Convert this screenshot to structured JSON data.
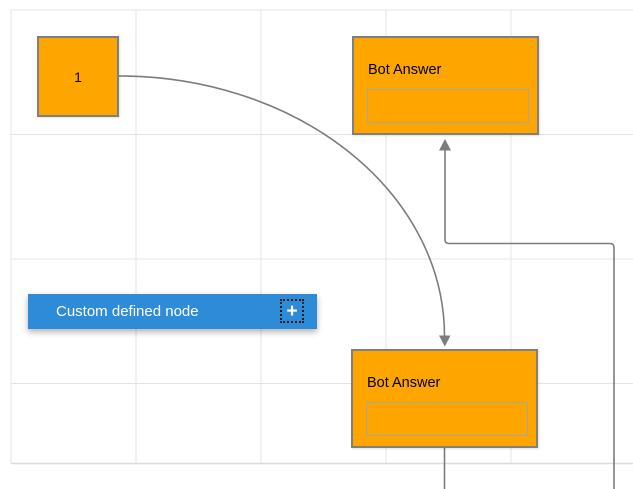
{
  "canvas": {
    "type": "diagram-editor-canvas",
    "grid_visible": true
  },
  "colors": {
    "node_orange": "#FFA500",
    "node_blue": "#2E8BD8",
    "node_border": "#7F7F7F",
    "connector": "#7C7C7C",
    "grid": "#E4E4E4",
    "grid_edge": "#DCDCDC"
  },
  "nodes": {
    "start": {
      "label": "1"
    },
    "bot_answer_top": {
      "title": "Bot Answer",
      "input_value": ""
    },
    "bot_answer_bottom": {
      "title": "Bot Answer",
      "input_value": ""
    },
    "custom": {
      "label": "Custom defined node",
      "port_icon": "+"
    }
  },
  "connectors": {
    "curve": {
      "from": "start",
      "to": "bot_answer_bottom",
      "style": "curved-arrow"
    },
    "elbow": {
      "to": "bot_answer_top",
      "style": "orthogonal-arrow"
    },
    "stub": {
      "from": "bot_answer_bottom",
      "style": "straight"
    }
  }
}
